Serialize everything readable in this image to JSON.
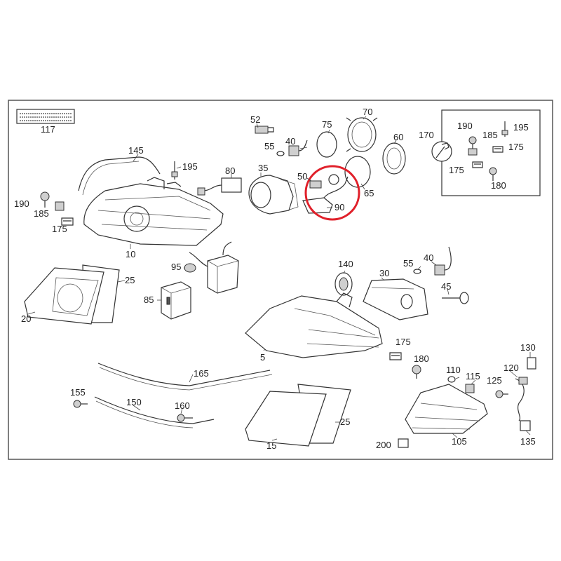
{
  "diagram": {
    "type": "exploded-parts-diagram",
    "colors": {
      "line": "#333333",
      "frame": "#555555",
      "highlight": "#e0202a",
      "background": "#ffffff"
    },
    "labels": {
      "p117": "117",
      "p145": "145",
      "p195a": "195",
      "p80": "80",
      "p35": "35",
      "p52": "52",
      "p55a": "55",
      "p40a": "40",
      "p75": "75",
      "p70": "70",
      "p60": "60",
      "p50": "50",
      "p90": "90",
      "p65": "65",
      "p170": "170",
      "p190a": "190",
      "p185a": "185",
      "p195b": "195",
      "p175a": "175",
      "p175b": "175",
      "p180a": "180",
      "p190b": "190",
      "p185b": "185",
      "p175c": "175",
      "p10": "10",
      "p95": "95",
      "p85": "85",
      "p25a": "25",
      "p20": "20",
      "p140": "140",
      "p30": "30",
      "p55b": "55",
      "p40b": "40",
      "p45": "45",
      "p5": "5",
      "p175d": "175",
      "p180b": "180",
      "p130": "130",
      "p165": "165",
      "p110": "110",
      "p115": "115",
      "p125": "125",
      "p120": "120",
      "p155": "155",
      "p150": "150",
      "p160": "160",
      "p25b": "25",
      "p15": "15",
      "p200": "200",
      "p105": "105",
      "p135": "135"
    },
    "highlight": {
      "part": "90",
      "shape": "circle"
    }
  }
}
